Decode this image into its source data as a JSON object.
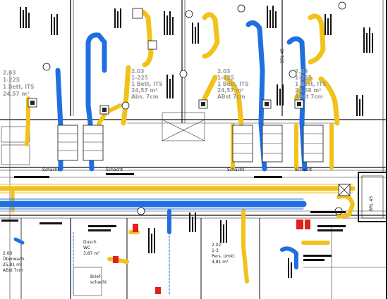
{
  "rooms": [
    {
      "id": "r1",
      "lines": [
        "2.03",
        "1-225",
        "1 Bett, ITS",
        "24,57 m²"
      ]
    },
    {
      "id": "r2",
      "lines": [
        "2.03",
        "1-225",
        "1 Bett, ITS",
        "24,57 m²",
        "Abs. 7cm"
      ]
    },
    {
      "id": "r3",
      "lines": [
        "2.03",
        "1-225",
        "1 Bett, ITS",
        "24,57 m²",
        "ABst 7cm"
      ]
    },
    {
      "id": "r4",
      "lines": [
        "2.03",
        "1-225",
        "1 Bett, ITS",
        "24,68 m²",
        "ABst 7cm"
      ]
    },
    {
      "id": "r5",
      "lines": [
        "2.02",
        "1-3",
        "Pers. Umkl.",
        "4,81 m²"
      ]
    },
    {
      "id": "r6",
      "lines": [
        "2.00",
        "Überwach.",
        "25,81 m²",
        "ABst 7cm"
      ]
    },
    {
      "id": "r7",
      "lines": [
        "Dusch",
        "WC",
        "3,87 m²"
      ]
    }
  ],
  "shaft_labels": [
    "Schacht",
    "Schacht",
    "Schacht",
    "Schacht"
  ],
  "misc_labels": {
    "brief": "Brief-",
    "schacht": "schacht",
    "side": "BRL 45",
    "mid": "BRL 45"
  },
  "colors": {
    "supply_duct": "#f2c21b",
    "exhaust_duct": "#1f6fe0",
    "fire_damper": "#e02020",
    "wall": "#111111"
  }
}
